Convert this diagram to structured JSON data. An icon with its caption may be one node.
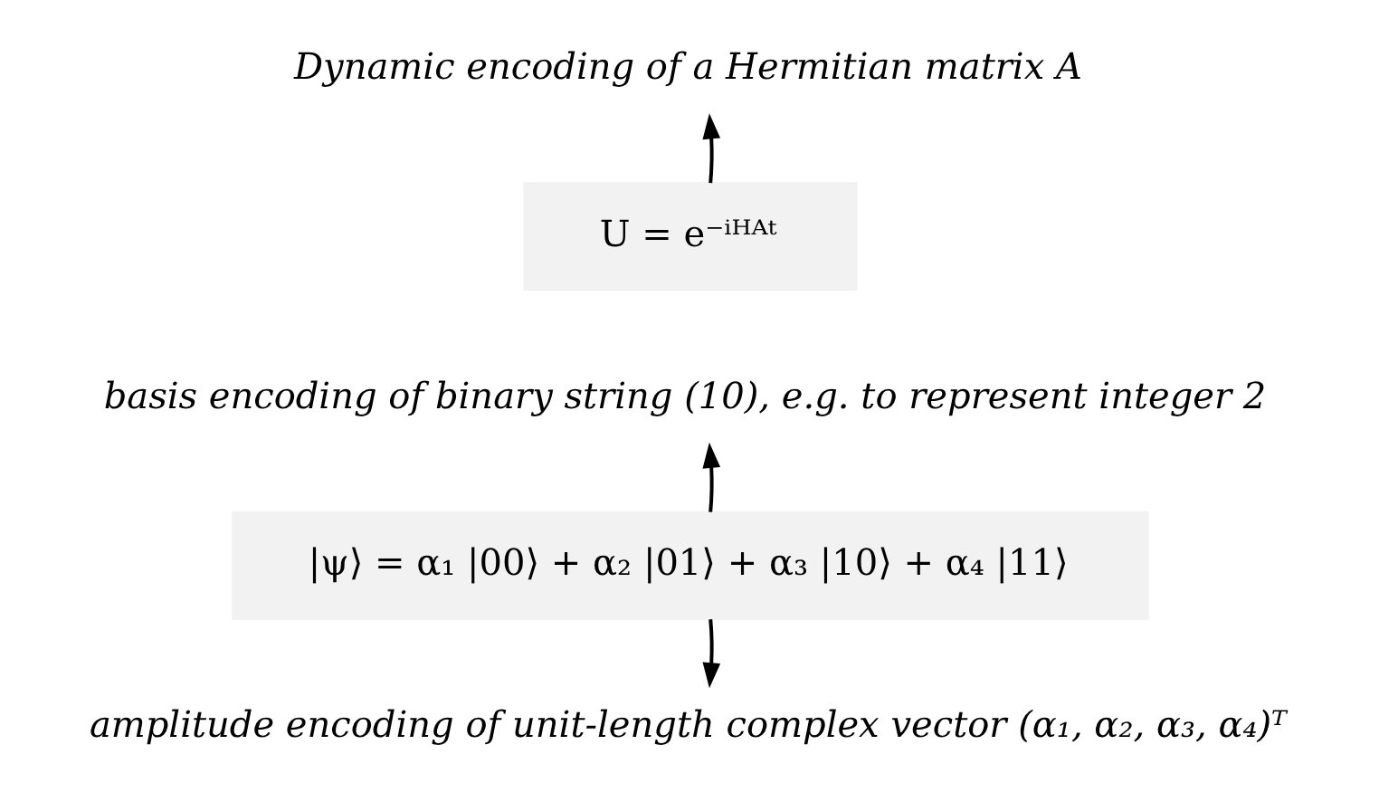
{
  "diagram": {
    "nodes": [
      {
        "text": [
          "Dynamic encoding of a Hermitian matrix A"
        ]
      },
      {
        "text": [
          "U = e⁻ⁱᴴᴬᵗ"
        ]
      },
      {
        "text": [
          "basis encoding of binary string (10), e.g. to represent integer 2"
        ]
      },
      {
        "text": [
          "|ψ⟩ = α₁ |00⟩ + α₂ |01⟩ + α₃ |10⟩ + α₄ |11⟩"
        ]
      },
      {
        "text": [
          "amplitude encoding of unit-length complex vector (α₁, α₂, α₃, α₄)ᵀ"
        ]
      }
    ],
    "edges": [
      {
        "from": 1,
        "to": 0,
        "arrow": "to"
      },
      {
        "from": 3,
        "to": 2,
        "arrow": "to"
      },
      {
        "from": 3,
        "to": 4,
        "arrow": "to"
      }
    ]
  }
}
